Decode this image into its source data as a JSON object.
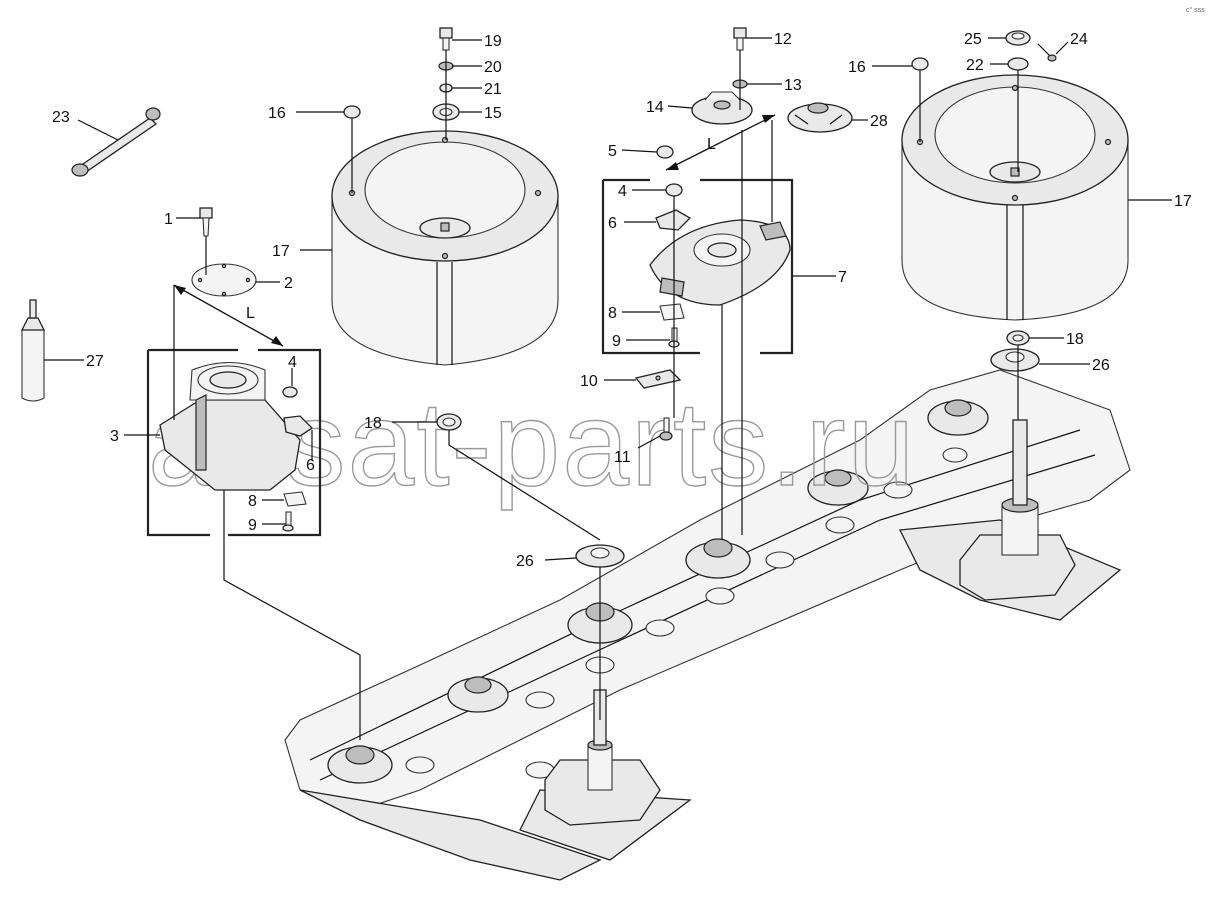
{
  "watermark": "ansat-parts.ru",
  "corner_mark": "c° sss",
  "dimension_label": "L",
  "callouts": {
    "c1": "1",
    "c2": "2",
    "c3": "3",
    "c4a": "4",
    "c4b": "4",
    "c5": "5",
    "c6a": "6",
    "c6b": "6",
    "c7": "7",
    "c8a": "8",
    "c8b": "8",
    "c9a": "9",
    "c9b": "9",
    "c10": "10",
    "c11": "11",
    "c12": "12",
    "c13": "13",
    "c14": "14",
    "c15": "15",
    "c16a": "16",
    "c16b": "16",
    "c17a": "17",
    "c17b": "17",
    "c18a": "18",
    "c18b": "18",
    "c19": "19",
    "c20": "20",
    "c21": "21",
    "c22": "22",
    "c23": "23",
    "c24": "24",
    "c25": "25",
    "c26a": "26",
    "c26b": "26",
    "c27": "27",
    "c28": "28"
  }
}
